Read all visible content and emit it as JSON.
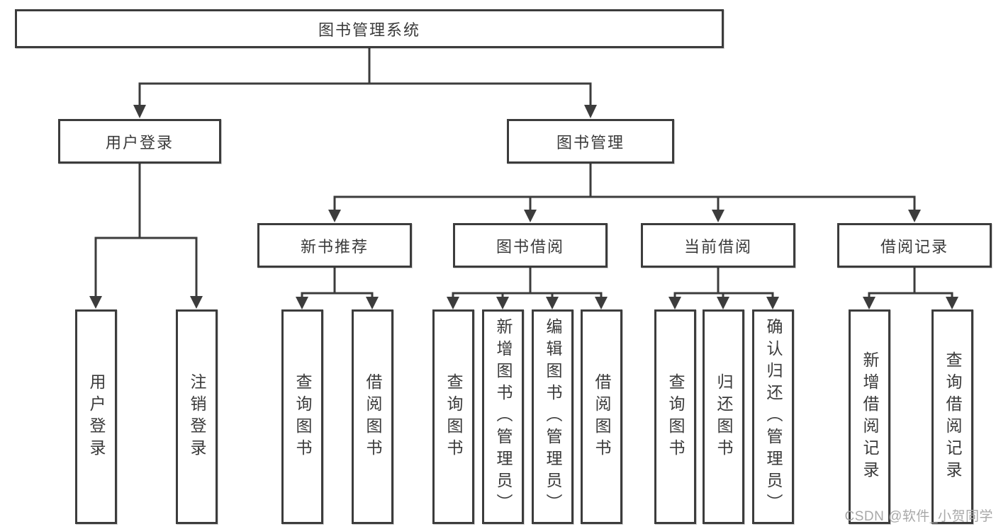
{
  "root": {
    "label": "图书管理系统"
  },
  "level2": {
    "user_login": {
      "label": "用户登录",
      "children": [
        "用户登录",
        "注销登录"
      ]
    },
    "book_management": {
      "label": "图书管理"
    }
  },
  "level3": [
    {
      "label": "新书推荐",
      "children": [
        "查询图书",
        "借阅图书"
      ]
    },
    {
      "label": "图书借阅",
      "children": [
        "查询图书",
        "新增图书（管理员）",
        "编辑图书（管理员）",
        "借阅图书"
      ]
    },
    {
      "label": "当前借阅",
      "children": [
        "查询图书",
        "归还图书",
        "确认归还（管理员）"
      ]
    },
    {
      "label": "借阅记录",
      "children": [
        "新增借阅记录",
        "查询借阅记录"
      ]
    }
  ],
  "watermark": "CSDN @软件_小贺同学",
  "colors": {
    "line": "#3c3c3c",
    "text": "#3a3a3a",
    "box_background": "#ffffff",
    "watermark": "#a8a8a8"
  }
}
